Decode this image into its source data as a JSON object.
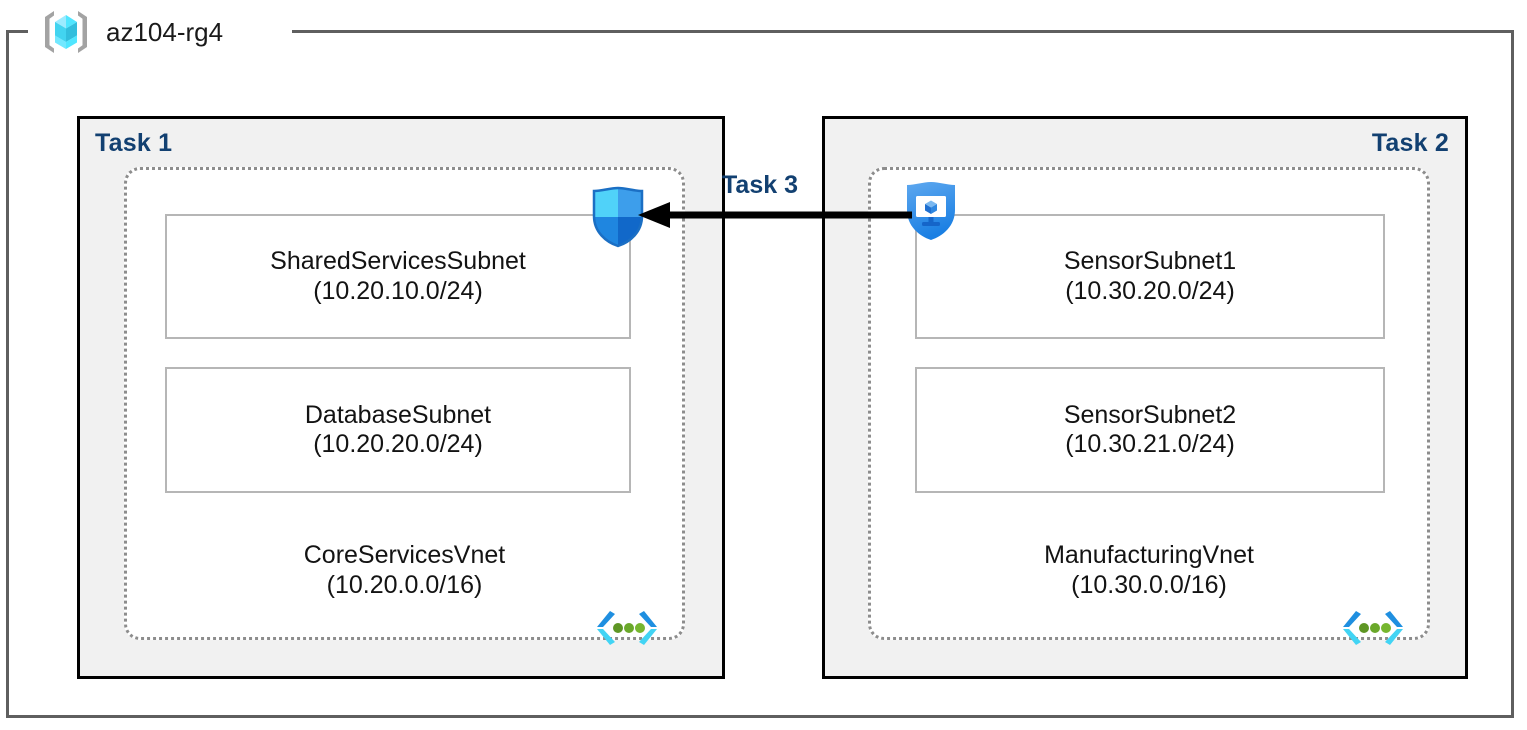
{
  "resource_group": {
    "icon": "resource-group-cube-icon",
    "title": "az104-rg4"
  },
  "tasks": [
    {
      "label": "Task 1",
      "align": "left",
      "vnet": {
        "name": "CoreServicesVnet",
        "cidr": "(10.20.0.0/16)",
        "icon": "virtual-network-icon",
        "subnets": [
          {
            "name": "SharedServicesSubnet",
            "cidr": "(10.20.10.0/24)"
          },
          {
            "name": "DatabaseSubnet",
            "cidr": "(10.20.20.0/24)"
          }
        ],
        "badge_icon": "network-security-group-shield-icon"
      }
    },
    {
      "label": "Task 2",
      "align": "right",
      "vnet": {
        "name": "ManufacturingVnet",
        "cidr": "(10.30.0.0/16)",
        "icon": "virtual-network-icon",
        "subnets": [
          {
            "name": "SensorSubnet1",
            "cidr": "(10.30.20.0/24)"
          },
          {
            "name": "SensorSubnet2",
            "cidr": "(10.30.21.0/24)"
          }
        ],
        "badge_icon": "bastion-shield-monitor-icon"
      }
    }
  ],
  "connector": {
    "label": "Task 3",
    "icon": "left-arrow-icon",
    "direction": "right-to-left"
  },
  "colors": {
    "task_label": "#124071",
    "panel_fill": "#f1f1f1",
    "panel_border": "#000000",
    "frame_border": "#5f5f5f",
    "vnet_dash": "#8d8d8d",
    "subnet_border": "#b6b6b6",
    "arrow": "#000000",
    "azure_blue": "#1b93eb",
    "azure_cyan": "#50e6ff",
    "vnet_dot_green": "#5e9624"
  }
}
